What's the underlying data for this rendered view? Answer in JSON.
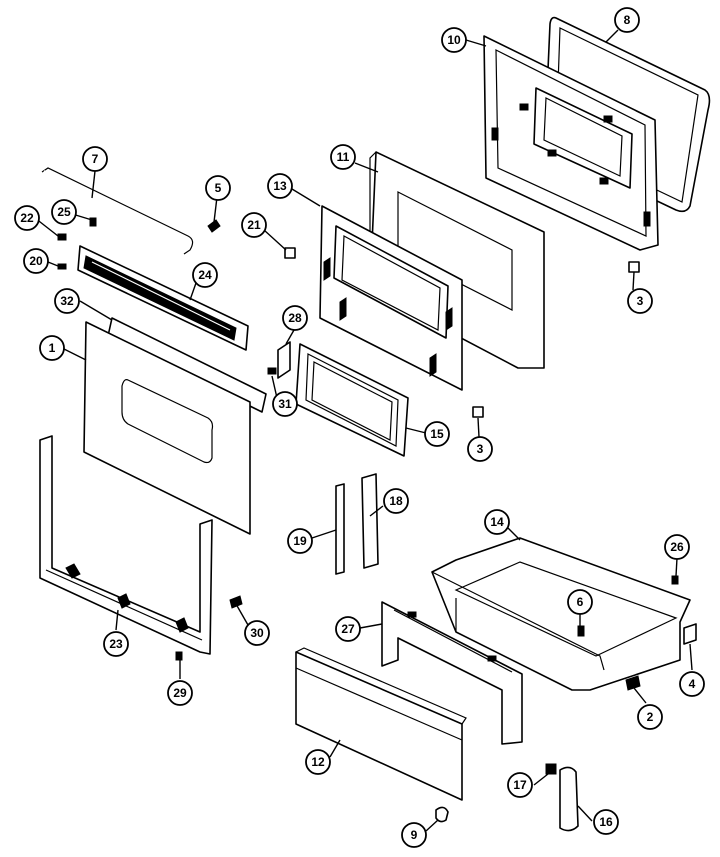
{
  "callouts": [
    {
      "id": "c8",
      "label": "8"
    },
    {
      "id": "c10",
      "label": "10"
    },
    {
      "id": "c7",
      "label": "7"
    },
    {
      "id": "c5",
      "label": "5"
    },
    {
      "id": "c11",
      "label": "11"
    },
    {
      "id": "c13",
      "label": "13"
    },
    {
      "id": "c22",
      "label": "22"
    },
    {
      "id": "c25",
      "label": "25"
    },
    {
      "id": "c21",
      "label": "21"
    },
    {
      "id": "c20",
      "label": "20"
    },
    {
      "id": "c24",
      "label": "24"
    },
    {
      "id": "c3a",
      "label": "3"
    },
    {
      "id": "c32",
      "label": "32"
    },
    {
      "id": "c28",
      "label": "28"
    },
    {
      "id": "c1",
      "label": "1"
    },
    {
      "id": "c31",
      "label": "31"
    },
    {
      "id": "c15",
      "label": "15"
    },
    {
      "id": "c3b",
      "label": "3"
    },
    {
      "id": "c18",
      "label": "18"
    },
    {
      "id": "c19",
      "label": "19"
    },
    {
      "id": "c14",
      "label": "14"
    },
    {
      "id": "c26",
      "label": "26"
    },
    {
      "id": "c6",
      "label": "6"
    },
    {
      "id": "c27",
      "label": "27"
    },
    {
      "id": "c30",
      "label": "30"
    },
    {
      "id": "c23",
      "label": "23"
    },
    {
      "id": "c4",
      "label": "4"
    },
    {
      "id": "c29",
      "label": "29"
    },
    {
      "id": "c2",
      "label": "2"
    },
    {
      "id": "c12",
      "label": "12"
    },
    {
      "id": "c17",
      "label": "17"
    },
    {
      "id": "c9",
      "label": "9"
    },
    {
      "id": "c16",
      "label": "16"
    }
  ]
}
